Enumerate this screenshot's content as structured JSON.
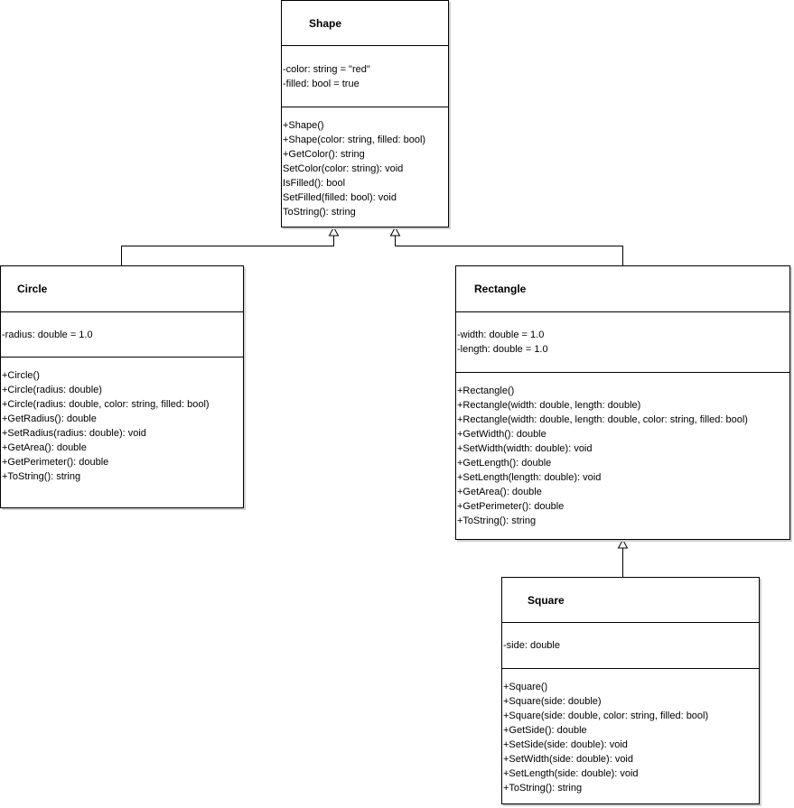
{
  "classes": {
    "shape": {
      "name": "Shape",
      "attributes": [
        "-color: string = \"red\"",
        "-filled: bool = true"
      ],
      "methods": [
        "+Shape()",
        "+Shape(color: string, filled: bool)",
        "+GetColor(): string",
        "SetColor(color: string): void",
        "IsFilled(): bool",
        "SetFilled(filled: bool): void",
        "ToString(): string"
      ]
    },
    "circle": {
      "name": "Circle",
      "attributes": [
        "-radius: double = 1.0"
      ],
      "methods": [
        "+Circle()",
        "+Circle(radius: double)",
        "+Circle(radius: double, color: string, filled: bool)",
        "+GetRadius(): double",
        "+SetRadius(radius: double): void",
        "+GetArea(): double",
        "+GetPerimeter(): double",
        "+ToString(): string"
      ]
    },
    "rectangle": {
      "name": "Rectangle",
      "attributes": [
        "-width: double = 1.0",
        "-length: double = 1.0"
      ],
      "methods": [
        "+Rectangle()",
        "+Rectangle(width: double, length: double)",
        "+Rectangle(width: double, length: double, color: string, filled: bool)",
        "+GetWidth(): double",
        "+SetWidth(width: double): void",
        "+GetLength(): double",
        "+SetLength(length: double): void",
        "+GetArea(): double",
        "+GetPerimeter(): double",
        "+ToString(): string"
      ]
    },
    "square": {
      "name": "Square",
      "attributes": [
        "-side: double"
      ],
      "methods": [
        "+Square()",
        "+Square(side: double)",
        "+Square(side: double, color: string, filled: bool)",
        "+GetSide(): double",
        "+SetSide(side: double): void",
        "+SetWidth(side: double): void",
        "+SetLength(side: double): void",
        "+ToString(): string"
      ]
    }
  },
  "relations": [
    {
      "from": "circle",
      "to": "shape",
      "type": "generalization"
    },
    {
      "from": "rectangle",
      "to": "shape",
      "type": "generalization"
    },
    {
      "from": "square",
      "to": "rectangle",
      "type": "generalization"
    }
  ]
}
